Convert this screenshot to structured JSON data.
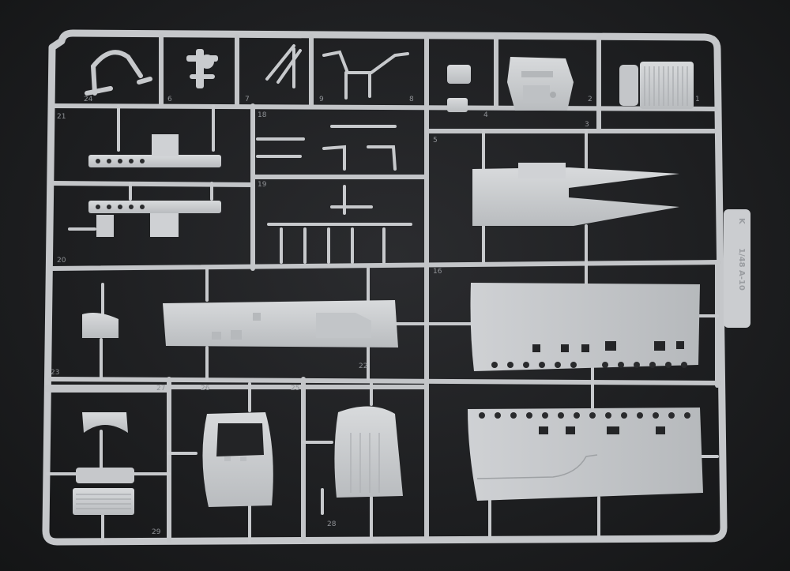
{
  "image": {
    "subject": "plastic model kit sprue",
    "colors": {
      "background": "#1b1c1e",
      "plastic": "#c9cbce",
      "plastic_shadow": "#a7aaad",
      "plastic_highlight": "#dfe1e3",
      "holes": "#222325"
    }
  },
  "sprue": {
    "scale_mark": "1/48 A-10",
    "maker_logo_mark": "K",
    "part_numbers": [
      "24",
      "6",
      "7",
      "9",
      "8",
      "4",
      "3",
      "2",
      "1",
      "5",
      "21",
      "20",
      "18",
      "19",
      "22",
      "23",
      "27",
      "26",
      "25",
      "28",
      "29",
      "16"
    ]
  }
}
